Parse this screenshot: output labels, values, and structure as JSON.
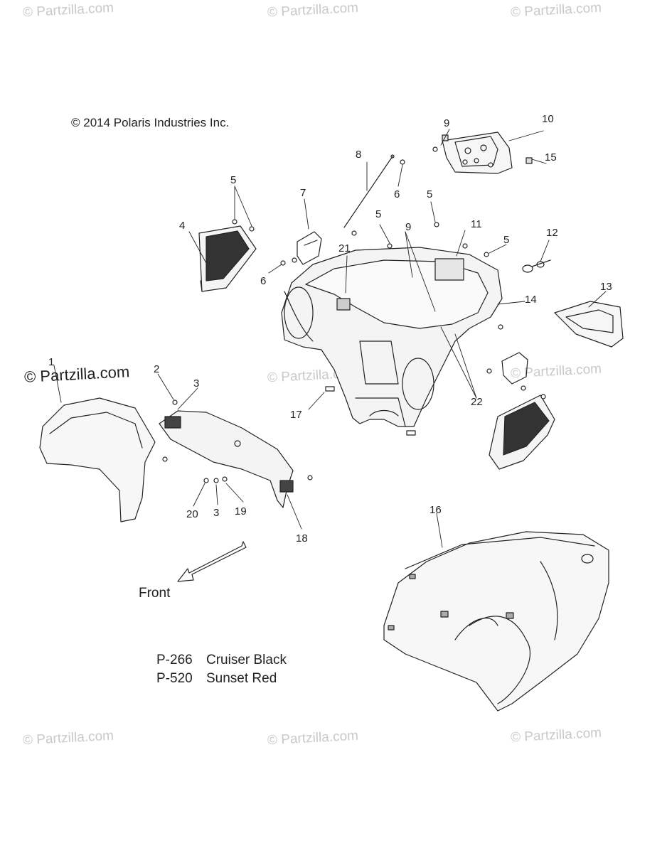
{
  "copyright": "© 2014 Polaris Industries Inc.",
  "watermark_text": "© Partzilla.com",
  "front_label": "Front",
  "legend": [
    {
      "code": "P-266",
      "name": "Cruiser Black"
    },
    {
      "code": "P-520",
      "name": "Sunset Red"
    }
  ],
  "callouts": [
    {
      "id": "c1",
      "text": "1"
    },
    {
      "id": "c2",
      "text": "2"
    },
    {
      "id": "c3a",
      "text": "3"
    },
    {
      "id": "c3b",
      "text": "3"
    },
    {
      "id": "c4",
      "text": "4"
    },
    {
      "id": "c5a",
      "text": "5"
    },
    {
      "id": "c5b",
      "text": "5"
    },
    {
      "id": "c5c",
      "text": "5"
    },
    {
      "id": "c5d",
      "text": "5"
    },
    {
      "id": "c6a",
      "text": "6"
    },
    {
      "id": "c6b",
      "text": "6"
    },
    {
      "id": "c7",
      "text": "7"
    },
    {
      "id": "c8",
      "text": "8"
    },
    {
      "id": "c9a",
      "text": "9"
    },
    {
      "id": "c9b",
      "text": "9"
    },
    {
      "id": "c10",
      "text": "10"
    },
    {
      "id": "c11",
      "text": "11"
    },
    {
      "id": "c12",
      "text": "12"
    },
    {
      "id": "c13",
      "text": "13"
    },
    {
      "id": "c14",
      "text": "14"
    },
    {
      "id": "c15",
      "text": "15"
    },
    {
      "id": "c16",
      "text": "16"
    },
    {
      "id": "c17",
      "text": "17"
    },
    {
      "id": "c18",
      "text": "18"
    },
    {
      "id": "c19",
      "text": "19"
    },
    {
      "id": "c20",
      "text": "20"
    },
    {
      "id": "c21",
      "text": "21"
    },
    {
      "id": "c22",
      "text": "22"
    }
  ]
}
